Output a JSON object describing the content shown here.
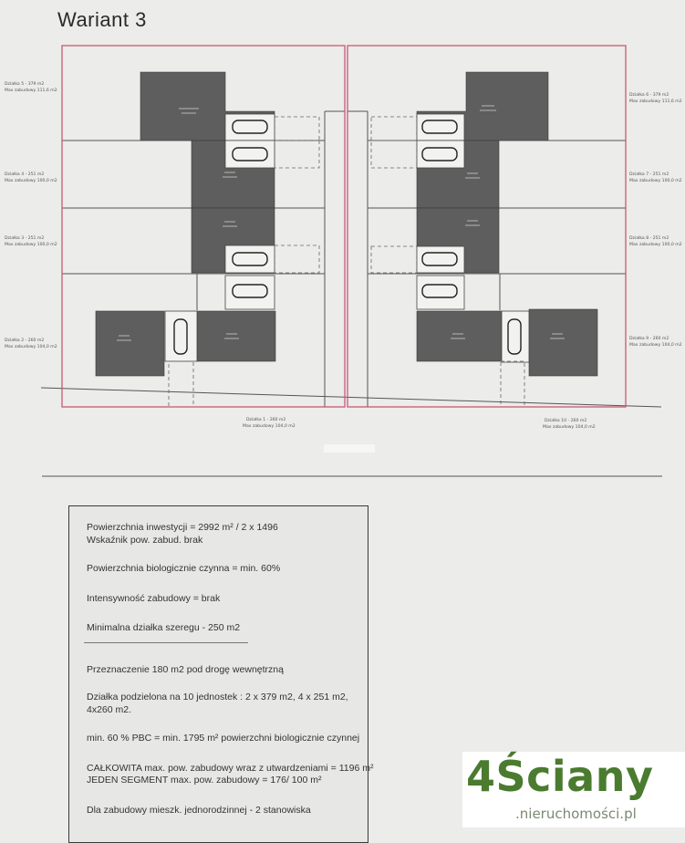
{
  "title": "Wariant 3",
  "plot_labels": {
    "left_1": [
      "Działka 5 - 379 m2",
      "Max zabudowy 111,6 m2"
    ],
    "left_2": [
      "Działka 4 - 251 m2",
      "Max zabudowy 100,0 m2"
    ],
    "left_3": [
      "Działka 3 - 251 m2",
      "Max zabudowy 100,0 m2"
    ],
    "left_4": [
      "Działka 2 - 260 m2",
      "Max zabudowy 104,0 m2"
    ],
    "right_1": [
      "Działka 6 - 379 m2",
      "Max zabudowy 111,6 m2"
    ],
    "right_2": [
      "Działka 7 - 251 m2",
      "Max zabudowy 100,0 m2"
    ],
    "right_3": [
      "Działka 8 - 251 m2",
      "Max zabudowy 100,0 m2"
    ],
    "right_4": [
      "Działka 9 - 260 m2",
      "Max zabudowy 104,0 m2"
    ],
    "bottom_left": [
      "Działka 1 - 260 m2",
      "Max zabudowy 104,0 m2"
    ],
    "bottom_right": [
      "Działka 10 - 260 m2",
      "Max zabudowy 104,0 m2"
    ]
  },
  "spec": {
    "line1": "Powierzchnia inwestycji = 2992 m² / 2 x 1496",
    "line2": "Wskaźnik pow. zabud. brak",
    "line3": "Powierzchnia biologicznie czynna = min. 60%",
    "line4": "Intensywność zabudowy = brak",
    "line5": "Minimalna działka szeregu - 250 m2",
    "line6": "Przeznaczenie 180 m2 pod drogę wewnętrzną",
    "line7": "Działka podzielona na 10 jednostek : 2 x 379 m2, 4 x 251 m2,",
    "line8": "4x260 m2.",
    "line9": "min. 60 % PBC = min. 1795 m² powierzchni biologicznie czynnej",
    "line10": "CAŁKOWITA max. pow. zabudowy wraz z utwardzeniami = 1196 m²",
    "line11": "JEDEN SEGMENT max. pow. zabudowy = 176/ 100 m²",
    "line12": "Dla zabudowy mieszk. jednorodzinnej - 2 stanowiska"
  },
  "logo": {
    "brand": "4Ściany",
    "sub": ".nieruchomości.pl"
  },
  "colors": {
    "boundary": "#c85a72",
    "building": "#5e5e5e",
    "paper": "#ececea",
    "logo_green": "#4a7b2f"
  }
}
